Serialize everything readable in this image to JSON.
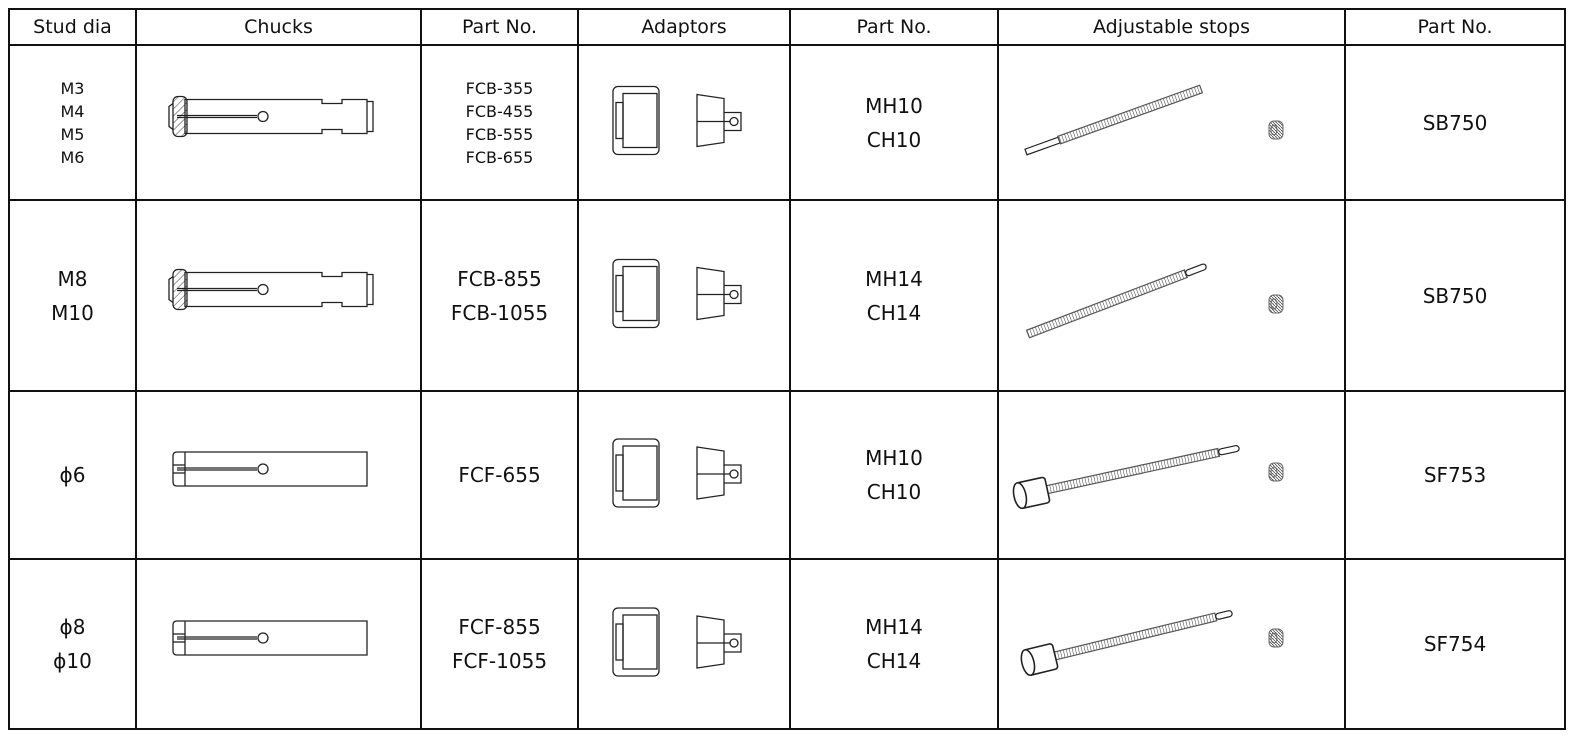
{
  "headers": [
    "Stud dia",
    "Chucks",
    "Part No.",
    "Adaptors",
    "Part No.",
    "Adjustable stops",
    "Part No."
  ],
  "rows": [
    {
      "stud_dia": [
        "M3",
        "M4",
        "M5",
        "M6"
      ],
      "chuck_type": "collar",
      "chuck_part_no": [
        "FCB-355",
        "FCB-455",
        "FCB-555",
        "FCB-655"
      ],
      "adaptor_part_no": [
        "MH10",
        "CH10"
      ],
      "stop_type": "plain-end",
      "stop_part_no": "SB750"
    },
    {
      "stud_dia": [
        "M8",
        "M10"
      ],
      "chuck_type": "collar",
      "chuck_part_no": [
        "FCB-855",
        "FCB-1055"
      ],
      "adaptor_part_no": [
        "MH14",
        "CH14"
      ],
      "stop_type": "plain-tip",
      "stop_part_no": "SB750"
    },
    {
      "stud_dia": [
        "ϕ6"
      ],
      "chuck_type": "flange",
      "chuck_part_no": [
        "FCF-655"
      ],
      "adaptor_part_no": [
        "MH10",
        "CH10"
      ],
      "stop_type": "capped",
      "stop_part_no": "SF753"
    },
    {
      "stud_dia": [
        "ϕ8",
        "ϕ10"
      ],
      "chuck_type": "flange",
      "chuck_part_no": [
        "FCF-855",
        "FCF-1055"
      ],
      "adaptor_part_no": [
        "MH14",
        "CH14"
      ],
      "stop_type": "capped",
      "stop_part_no": "SF754"
    }
  ]
}
